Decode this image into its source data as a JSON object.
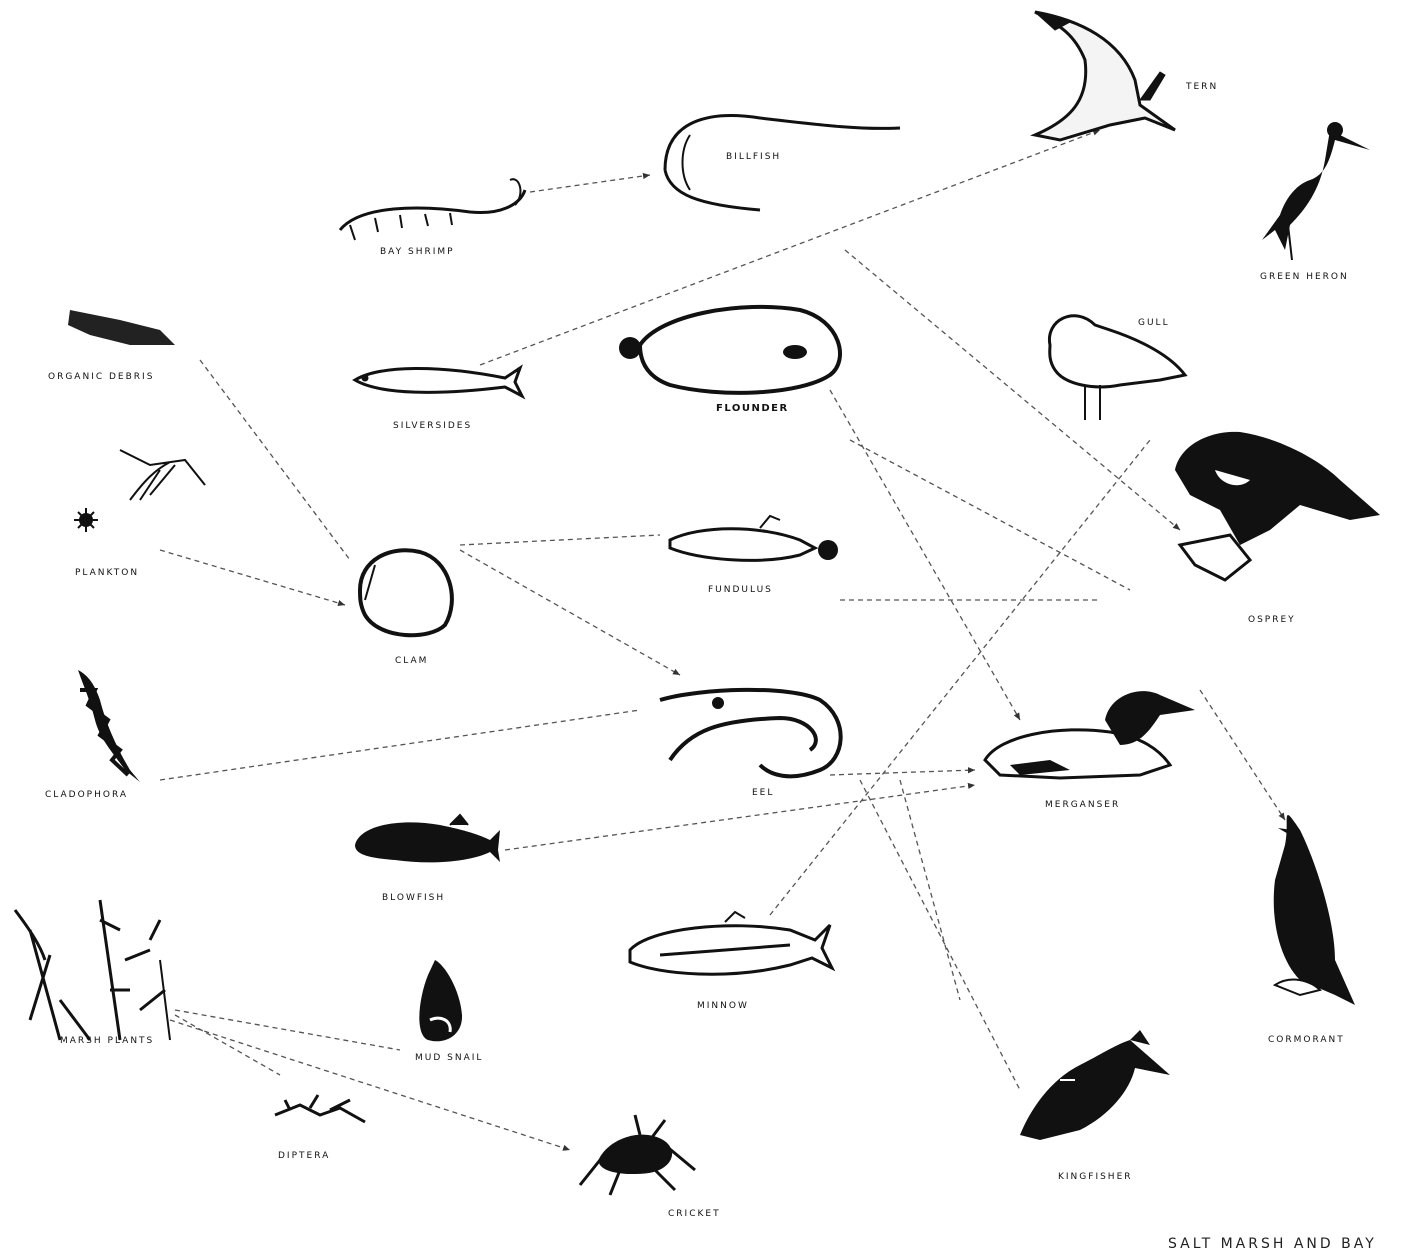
{
  "title": "SALT MARSH AND BAY",
  "organisms": {
    "tern": "TERN",
    "billfish": "BILLFISH",
    "bay_shrimp": "BAY SHRIMP",
    "green_heron": "GREEN HERON",
    "organic_debris": "ORGANIC DEBRIS",
    "silversides": "SILVERSIDES",
    "flounder": "FLOUNDER",
    "gull": "GULL",
    "plankton": "PLANKTON",
    "clam": "CLAM",
    "fundulus": "FUNDULUS",
    "osprey": "OSPREY",
    "cladophora": "CLADOPHORA",
    "eel": "EEL",
    "merganser": "MERGANSER",
    "blowfish": "BLOWFISH",
    "minnow": "MINNOW",
    "cormorant": "CORMORANT",
    "marsh_plants": "MARSH PLANTS",
    "mud_snail": "MUD SNAIL",
    "diptera": "DIPTERA",
    "cricket": "CRICKET",
    "kingfisher": "KINGFISHER"
  }
}
